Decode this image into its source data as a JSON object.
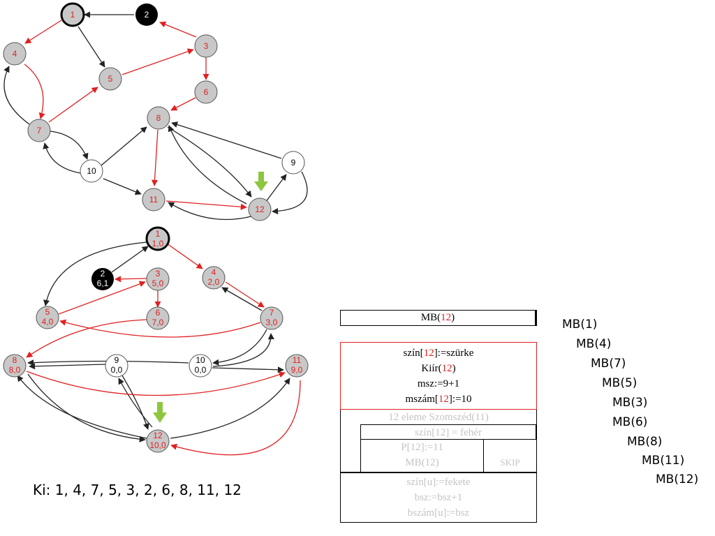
{
  "graph_top": {
    "nodes": [
      {
        "id": "1",
        "label": "1",
        "fill": "#c8c8c8",
        "text": "#e02020",
        "bold": true
      },
      {
        "id": "2",
        "label": "2",
        "fill": "#000000",
        "text": "#ffffff"
      },
      {
        "id": "3",
        "label": "3",
        "fill": "#c8c8c8",
        "text": "#e02020"
      },
      {
        "id": "4",
        "label": "4",
        "fill": "#c8c8c8",
        "text": "#e02020"
      },
      {
        "id": "5",
        "label": "5",
        "fill": "#c8c8c8",
        "text": "#e02020"
      },
      {
        "id": "6",
        "label": "6",
        "fill": "#c8c8c8",
        "text": "#e02020"
      },
      {
        "id": "7",
        "label": "7",
        "fill": "#c8c8c8",
        "text": "#e02020"
      },
      {
        "id": "8",
        "label": "8",
        "fill": "#c8c8c8",
        "text": "#e02020"
      },
      {
        "id": "9",
        "label": "9",
        "fill": "#ffffff",
        "text": "#000000"
      },
      {
        "id": "10",
        "label": "10",
        "fill": "#ffffff",
        "text": "#000000"
      },
      {
        "id": "11",
        "label": "11",
        "fill": "#c8c8c8",
        "text": "#e02020"
      },
      {
        "id": "12",
        "label": "12",
        "fill": "#c8c8c8",
        "text": "#e02020"
      }
    ]
  },
  "graph_bottom": {
    "nodes": [
      {
        "id": "1",
        "label": "1",
        "sub": "1,0",
        "fill": "#c8c8c8",
        "text": "#e02020",
        "bold": true
      },
      {
        "id": "2",
        "label": "2",
        "sub": "6,1",
        "fill": "#000000",
        "text": "#ffffff"
      },
      {
        "id": "3",
        "label": "3",
        "sub": "5,0",
        "fill": "#c8c8c8",
        "text": "#e02020"
      },
      {
        "id": "4",
        "label": "4",
        "sub": "2,0",
        "fill": "#c8c8c8",
        "text": "#e02020"
      },
      {
        "id": "5",
        "label": "5",
        "sub": "4,0",
        "fill": "#c8c8c8",
        "text": "#e02020"
      },
      {
        "id": "6",
        "label": "6",
        "sub": "7,0",
        "fill": "#c8c8c8",
        "text": "#e02020"
      },
      {
        "id": "7",
        "label": "7",
        "sub": "3,0",
        "fill": "#c8c8c8",
        "text": "#e02020"
      },
      {
        "id": "8",
        "label": "8",
        "sub": "8,0",
        "fill": "#c8c8c8",
        "text": "#e02020"
      },
      {
        "id": "9",
        "label": "9",
        "sub": "0,0",
        "fill": "#ffffff",
        "text": "#000000"
      },
      {
        "id": "10",
        "label": "10",
        "sub": "0,0",
        "fill": "#ffffff",
        "text": "#000000"
      },
      {
        "id": "11",
        "label": "11",
        "sub": "9,0",
        "fill": "#c8c8c8",
        "text": "#e02020"
      },
      {
        "id": "12",
        "label": "12",
        "sub": "10,0",
        "fill": "#c8c8c8",
        "text": "#e02020"
      }
    ]
  },
  "colors": {
    "tree_edge": "#e02020",
    "other_edge": "#222222",
    "current_arrow": "#8dc63f"
  },
  "output_line": "Ki: 1, 4, 7, 5, 3, 2, 6, 8, 11, 12",
  "call_stack": [
    "MB(1)",
    "MB(4)",
    "MB(7)",
    "MB(5)",
    "MB(3)",
    "MB(6)",
    "MB(8)",
    "MB(11)",
    "MB(12)"
  ],
  "structogram": {
    "header_pre": "MB(",
    "header_arg": "12",
    "header_post": ")",
    "line1_pre": "szín[",
    "line1_arg": "12",
    "line1_post": "]:=szürke",
    "line2_pre": "Kiír(",
    "line2_arg": "12",
    "line2_post": ")",
    "line3": "msz:=9+1",
    "line4_pre": "mszám[",
    "line4_arg": "12",
    "line4_post": "]:=10",
    "loop": "12 eleme Szomszéd(11)",
    "cond": "szín[12] = fehér",
    "then1": "P[12]:=11",
    "then2": "MB(12)",
    "else": "SKIP",
    "end1": "szín[u]:=fekete",
    "end2": "bsz:=bsz+1",
    "end3": "bszám[u]:=bsz"
  }
}
